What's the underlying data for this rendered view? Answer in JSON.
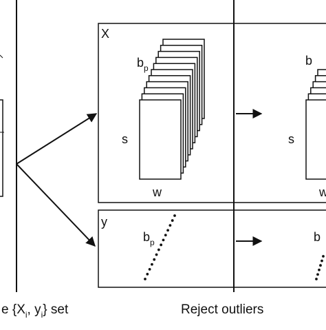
{
  "labels": {
    "box_x": "X",
    "box_y": "y",
    "b": "b",
    "b_sub": "p",
    "s": "s",
    "w": "w",
    "b_right": "b",
    "s_right": "s",
    "w_right": "w",
    "b_lower": "b",
    "b_lower_sub": "p",
    "b_lower_right": "b"
  },
  "captions": {
    "set_prefix": "e {X",
    "set_sub_i1": "i",
    "set_mid": ", y",
    "set_sub_i2": "i",
    "set_suffix": "} set",
    "reject": "Reject outliers"
  },
  "stack": {
    "front_count": 1,
    "layer_count": 11,
    "right_layer_count": 6
  },
  "dots": {
    "count": 14
  },
  "colors": {
    "stroke": "#111111",
    "background": "#ffffff"
  }
}
